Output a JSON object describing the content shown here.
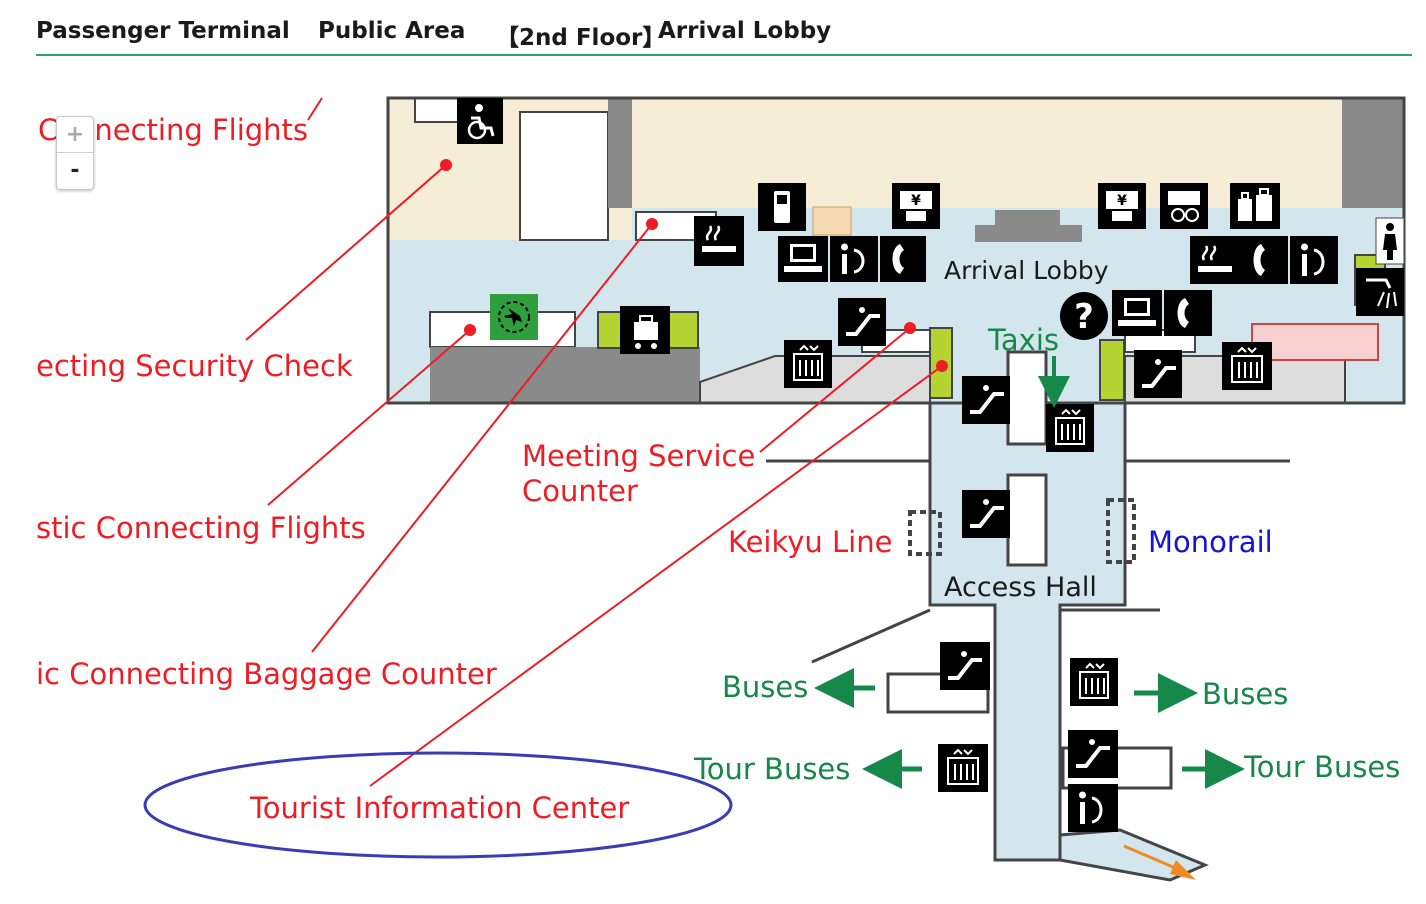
{
  "header": {
    "terminal": "Passenger Terminal",
    "area": "Public Area",
    "floor": "【2nd Floor】",
    "place": "Arrival Lobby"
  },
  "zoom": {
    "in_label": "+",
    "out_label": "-"
  },
  "labels": {
    "connecting_flights": "Connecting Flights",
    "connecting_security_check": "ecting Security Check",
    "domestic_connecting_flights": "stic Connecting Flights",
    "connecting_baggage_counter": "ic Connecting Baggage Counter",
    "meeting_service_counter_1": "Meeting Service",
    "meeting_service_counter_2": "Counter",
    "keikyu_line": "Keikyu Line",
    "monorail": "Monorail",
    "arrival_lobby": "Arrival Lobby",
    "taxis": "Taxis",
    "access_hall": "Access Hall",
    "buses_left": "Buses",
    "buses_right": "Buses",
    "tour_buses_left": "Tour Buses",
    "tour_buses_right": "Tour Buses",
    "tourist_information_center": "Tourist Information Center"
  },
  "colors": {
    "label_red": "#ee1c25",
    "label_green": "#16894a",
    "label_blue": "#1414d6",
    "corridor": "#d3e6ee",
    "facility": "#f5edd6",
    "wall": "#444444",
    "shop_gray": "#8a8a8a",
    "highlight_green": "#b6d334",
    "highlight_ellipse": "#3b3bb5"
  },
  "icons": {
    "wheelchair": "wheelchair-icon",
    "mobile_phone": "mobile-phone-icon",
    "atm": "atm-icon",
    "currency_exchange": "currency-exchange-icon",
    "luggage": "luggage-icon",
    "smoking": "smoking-icon",
    "internet": "internet-terminal-icon",
    "information": "information-icon",
    "telephone": "telephone-icon",
    "restroom": "restroom-icon",
    "shower": "shower-icon",
    "transfer": "transfer-flight-icon",
    "baggage_cart": "baggage-cart-icon",
    "escalator": "escalator-icon",
    "elevator": "elevator-icon",
    "help": "help-icon"
  }
}
